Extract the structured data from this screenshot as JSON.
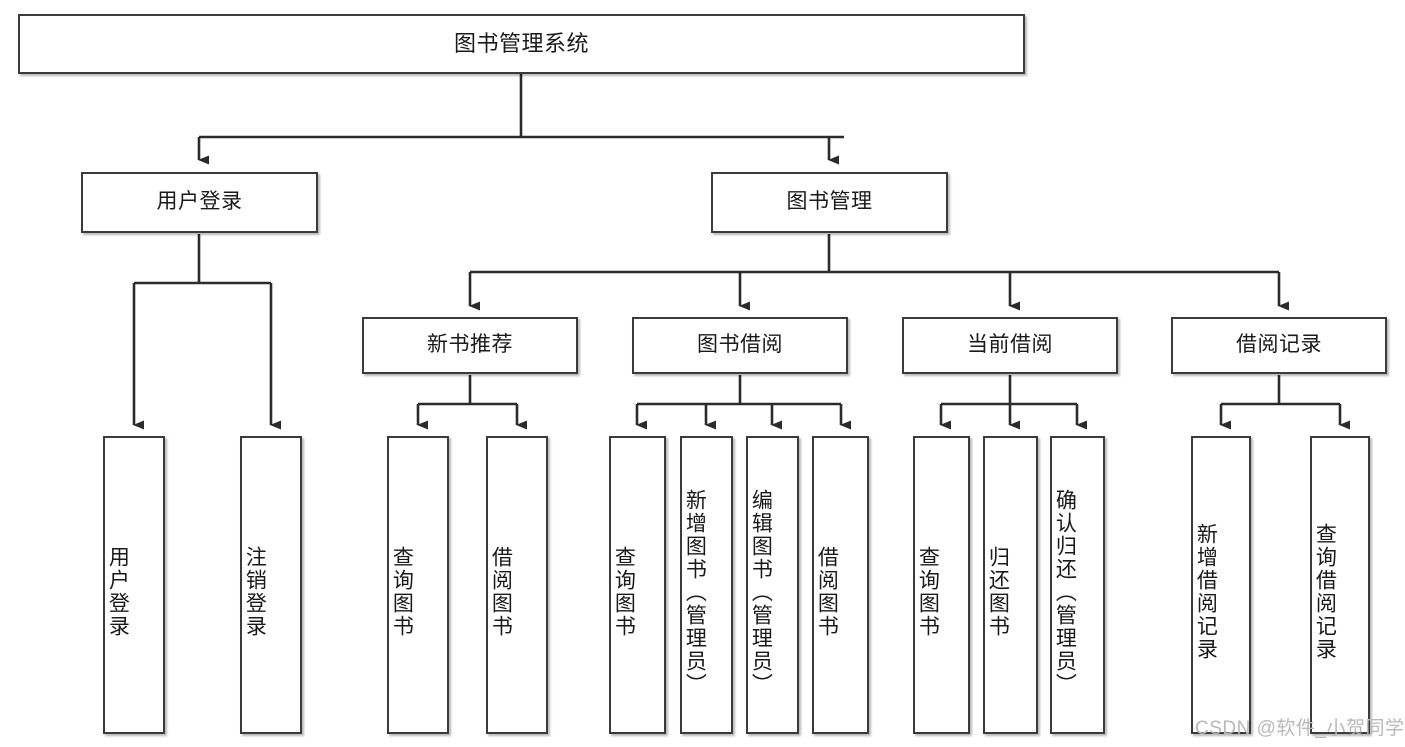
{
  "diagram": {
    "title": "图书管理系统",
    "watermark": "CSDN @软件_小贺同学",
    "colors": {
      "box_border": "#3b3b3b",
      "box_fill": "#ffffff",
      "edge": "#2b2b2b",
      "watermark": "#b9b9b9"
    },
    "nodes": {
      "root": {
        "label": "图书管理系统"
      },
      "level2": [
        {
          "id": "user-login",
          "label": "用户登录"
        },
        {
          "id": "book-manage",
          "label": "图书管理"
        }
      ],
      "level3": [
        {
          "id": "new-book-recommend",
          "label": "新书推荐"
        },
        {
          "id": "book-borrow",
          "label": "图书借阅"
        },
        {
          "id": "current-borrow",
          "label": "当前借阅"
        },
        {
          "id": "borrow-record",
          "label": "借阅记录"
        }
      ],
      "leaves": [
        {
          "id": "leaf-user-login",
          "label": "用户登录",
          "parent": "user-login"
        },
        {
          "id": "leaf-logout-login",
          "label": "注销登录",
          "parent": "user-login"
        },
        {
          "id": "leaf-query-book-1",
          "label": "查询图书",
          "parent": "new-book-recommend"
        },
        {
          "id": "leaf-borrow-book-1",
          "label": "借阅图书",
          "parent": "new-book-recommend"
        },
        {
          "id": "leaf-query-book-2",
          "label": "查询图书",
          "parent": "book-borrow"
        },
        {
          "id": "leaf-add-book",
          "label": "新增图书（管理员）",
          "parent": "book-borrow"
        },
        {
          "id": "leaf-edit-book",
          "label": "编辑图书（管理员）",
          "parent": "book-borrow"
        },
        {
          "id": "leaf-borrow-book-2",
          "label": "借阅图书",
          "parent": "book-borrow"
        },
        {
          "id": "leaf-query-book-3",
          "label": "查询图书",
          "parent": "current-borrow"
        },
        {
          "id": "leaf-return-book",
          "label": "归还图书",
          "parent": "current-borrow"
        },
        {
          "id": "leaf-confirm-return",
          "label": "确认归还（管理员）",
          "parent": "current-borrow"
        },
        {
          "id": "leaf-add-record",
          "label": "新增借阅记录",
          "parent": "borrow-record"
        },
        {
          "id": "leaf-query-record",
          "label": "查询借阅记录",
          "parent": "borrow-record"
        }
      ]
    }
  }
}
